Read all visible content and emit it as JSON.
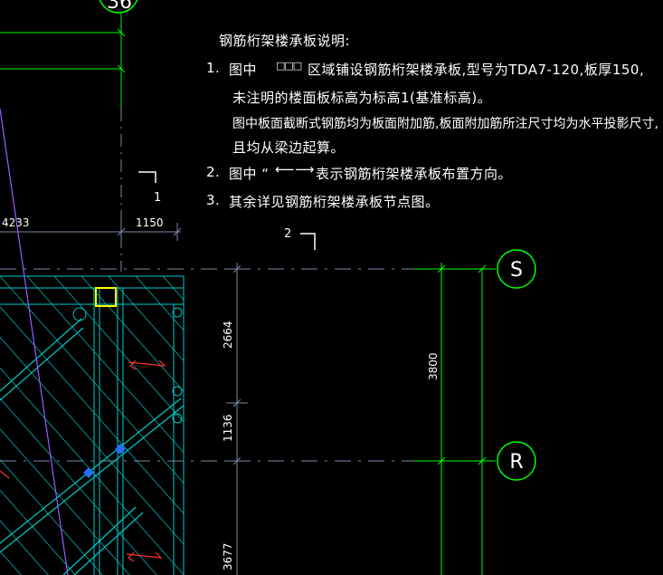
{
  "notes": {
    "title": "钢筋桁架楼承板说明:",
    "item1_num": "1.",
    "item1_prefix": "图中",
    "item1_symbol": "□□□",
    "item1_text": "区域铺设钢筋桁架楼承板,型号为TDA7-120,板厚150,",
    "item1_line2": "未注明的楼面板标高为标高1(基准标高)。",
    "item1_line3": "图中板面截断式钢筋均为板面附加筋,板面附加筋所注尺寸均为水平投影尺寸,",
    "item1_line4": "且均从梁边起算。",
    "item2_num": "2.",
    "item2_prefix": "图中 “",
    "item2_arrow": "⟵⟶",
    "item2_text": "表示钢筋桁架楼承板布置方向。",
    "item3_num": "3.",
    "item3_text": "其余详见钢筋桁架楼承板节点图。"
  },
  "dimensions": {
    "left_partial": "4233",
    "d1150": "1150",
    "d2664": "2664",
    "d1136": "1136",
    "d3677": "3677",
    "d3800": "3800"
  },
  "section_marks": {
    "s1": "1",
    "s2": "2"
  },
  "axes": {
    "top_partial": "36",
    "s": "S",
    "r": "R"
  },
  "colors": {
    "background": "#000000",
    "text": "#ffffff",
    "axis_circle": "#00ff00",
    "dim_green": "#00ff00",
    "slab_cyan": "#00cccc",
    "grid_line": "#7a8aa8",
    "purple_line": "#9a5cff",
    "highlight_yellow": "#ffff00",
    "arrow_red": "#ff3030",
    "marker_blue": "#2a6cff"
  }
}
